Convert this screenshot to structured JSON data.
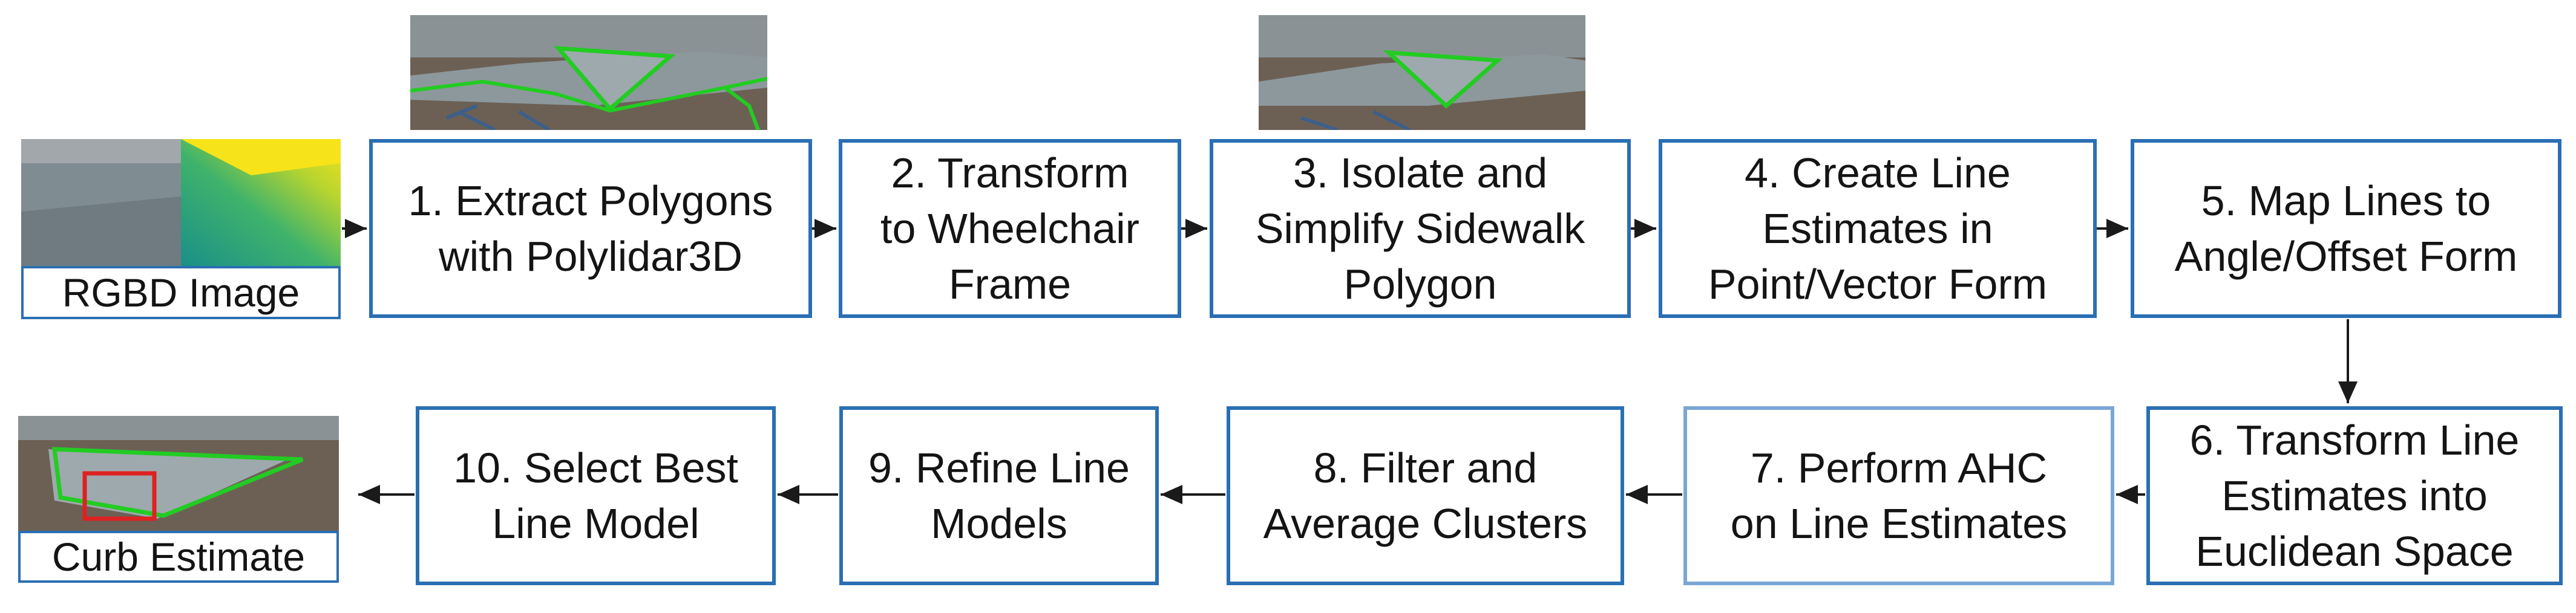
{
  "colors": {
    "box_border": "#2a6fb3",
    "box_border_light": "#7aa6d6",
    "arrow": "#1a1a1a",
    "polygon_outline": "#22cc22",
    "curb_highlight": "#dd2222"
  },
  "input": {
    "label": "RGBD Image"
  },
  "output": {
    "label": "Curb Estimate"
  },
  "steps": [
    {
      "id": 1,
      "label": "1. Extract Polygons\nwith Polylidar3D"
    },
    {
      "id": 2,
      "label": "2. Transform\nto Wheelchair\nFrame"
    },
    {
      "id": 3,
      "label": "3. Isolate and\nSimplify Sidewalk\nPolygon"
    },
    {
      "id": 4,
      "label": "4. Create Line\nEstimates in\nPoint/Vector Form"
    },
    {
      "id": 5,
      "label": "5. Map Lines to\nAngle/Offset Form"
    },
    {
      "id": 6,
      "label": "6. Transform Line\nEstimates into\nEuclidean Space"
    },
    {
      "id": 7,
      "label": "7. Perform AHC\non Line Estimates"
    },
    {
      "id": 8,
      "label": "8. Filter and\nAverage Clusters"
    },
    {
      "id": 9,
      "label": "9. Refine Line\nModels"
    },
    {
      "id": 10,
      "label": "10. Select Best\nLine Model"
    }
  ]
}
